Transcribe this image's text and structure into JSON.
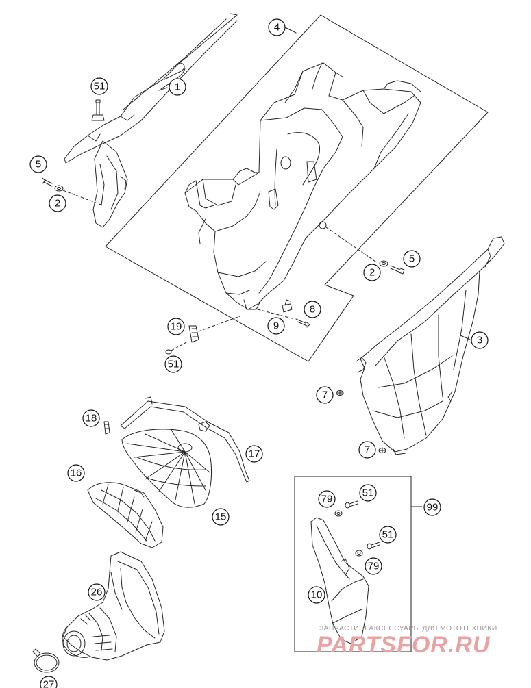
{
  "callouts": {
    "c1": "1",
    "c2a": "2",
    "c2b": "2",
    "c3": "3",
    "c4": "4",
    "c5a": "5",
    "c5b": "5",
    "c7a": "7",
    "c7b": "7",
    "c8": "8",
    "c9": "9",
    "c10": "10",
    "c15": "15",
    "c16": "16",
    "c17": "17",
    "c18": "18",
    "c19": "19",
    "c26": "26",
    "c27": "27",
    "c51a": "51",
    "c51b": "51",
    "c51c": "51",
    "c51d": "51",
    "c79a": "79",
    "c79b": "79",
    "c99": "99"
  },
  "watermark": {
    "subtitle": "ЗАПЧАСТИ И АКСЕССУАРЫ ДЛЯ МОТОТЕХНИКИ",
    "logo": "PARTSFOR.RU"
  },
  "colors": {
    "line": "#222222",
    "watermark_text": "#9a9a9a",
    "watermark_logo": "#e8a3a3"
  }
}
